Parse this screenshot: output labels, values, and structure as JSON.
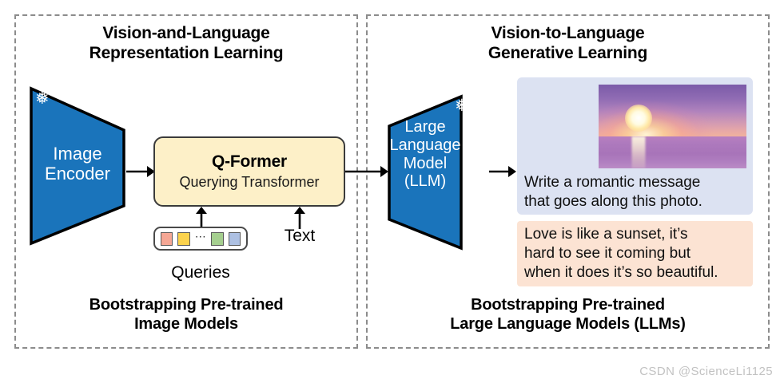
{
  "figure": {
    "watermark": "CSDN @ScienceLi1125"
  },
  "colors": {
    "encoder_blue": "#1a74bb",
    "qformer_cream": "#fdf0c8",
    "prompt_blue": "#dce2f2",
    "answer_peach": "#fce3d3",
    "panel_dash": "#8c8c8c"
  },
  "left_panel": {
    "title": "Vision-and-Language\nRepresentation Learning",
    "caption": "Bootstrapping Pre-trained\nImage Models",
    "encoder": {
      "label": "Image\nEncoder",
      "frozen_icon": "snowflake-icon",
      "frozen_glyph": "❅"
    },
    "qformer": {
      "title": "Q-Former",
      "subtitle": "Querying Transformer"
    },
    "queries": {
      "label": "Queries",
      "ellipsis": "⋯",
      "tokens": [
        {
          "name": "query-token-1",
          "color": "#f5a795"
        },
        {
          "name": "query-token-2",
          "color": "#fcd34d"
        },
        {
          "name": "query-token-3",
          "color": "#a5cf8f"
        },
        {
          "name": "query-token-4",
          "color": "#adc0e2"
        }
      ]
    },
    "text_input": {
      "label": "Text"
    }
  },
  "right_panel": {
    "title": "Vision-to-Language\nGenerative Learning",
    "caption": "Bootstrapping Pre-trained\nLarge Language Models (LLMs)",
    "llm": {
      "label": "Large\nLanguage\nModel\n(LLM)",
      "frozen_icon": "snowflake-icon",
      "frozen_glyph": "❅"
    },
    "prompt": {
      "photo_alt": "sunset-over-ocean-photo",
      "text": "Write a romantic message\nthat goes along this photo."
    },
    "answer": {
      "text": "Love is like a sunset, it’s\nhard to see it coming but\nwhen it does it’s so beautiful."
    }
  }
}
